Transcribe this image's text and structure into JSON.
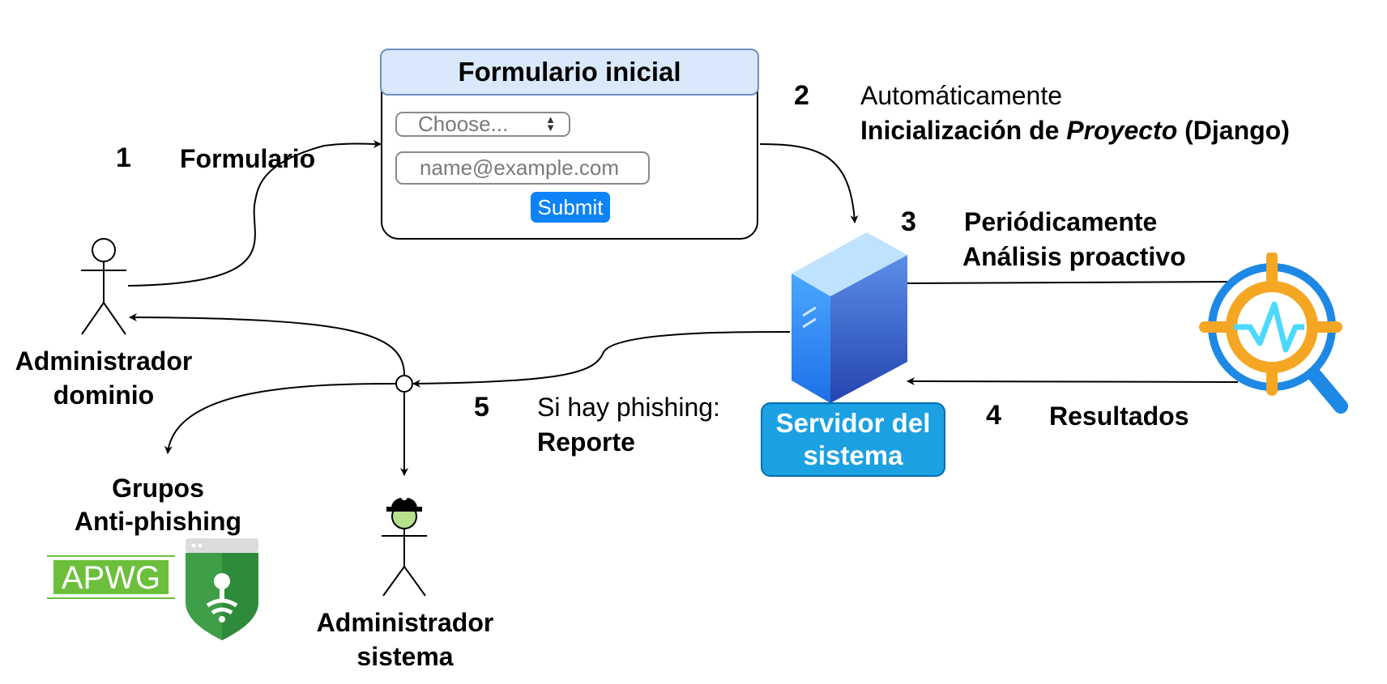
{
  "form": {
    "title": "Formulario inicial",
    "select_value": "Choose...",
    "email_placeholder": "name@example.com",
    "submit_label": "Submit"
  },
  "steps": {
    "s1": {
      "number": "1",
      "label": "Formulario"
    },
    "s2": {
      "number": "2",
      "line1": "Automáticamente",
      "line2_a": "Inicialización de ",
      "line2_b": "Proyecto",
      "line2_c": " (Django)"
    },
    "s3": {
      "number": "3",
      "line1": "Periódicamente",
      "line2": "Análisis proactivo"
    },
    "s4": {
      "number": "4",
      "label": "Resultados"
    },
    "s5": {
      "number": "5",
      "line1": "Si hay phishing:",
      "line2": "Reporte"
    }
  },
  "actors": {
    "domain_admin": {
      "line1": "Administrador",
      "line2": "dominio"
    },
    "system_admin": {
      "line1": "Administrador",
      "line2": "sistema"
    }
  },
  "server": {
    "line1": "Servidor del",
    "line2": "sistema"
  },
  "antiphishing": {
    "line1": "Grupos",
    "line2": "Anti-phishing",
    "apwg_logo": "APWG"
  },
  "colors": {
    "form_header": "#dae8fc",
    "submit": "#0d83f7",
    "server_label": "#1ba1e2",
    "analysis_orange": "#f5a623",
    "analysis_blue": "#1e88e5",
    "apwg_green": "#6cbf3b",
    "shield_green": "#3f9e48",
    "helmet_face": "#b6e08a"
  },
  "icons": [
    "stick-figure-icon",
    "server-icon",
    "analysis-magnifier-icon",
    "apwg-logo",
    "google-safe-browsing-shield-icon",
    "worker-stick-figure-icon"
  ]
}
